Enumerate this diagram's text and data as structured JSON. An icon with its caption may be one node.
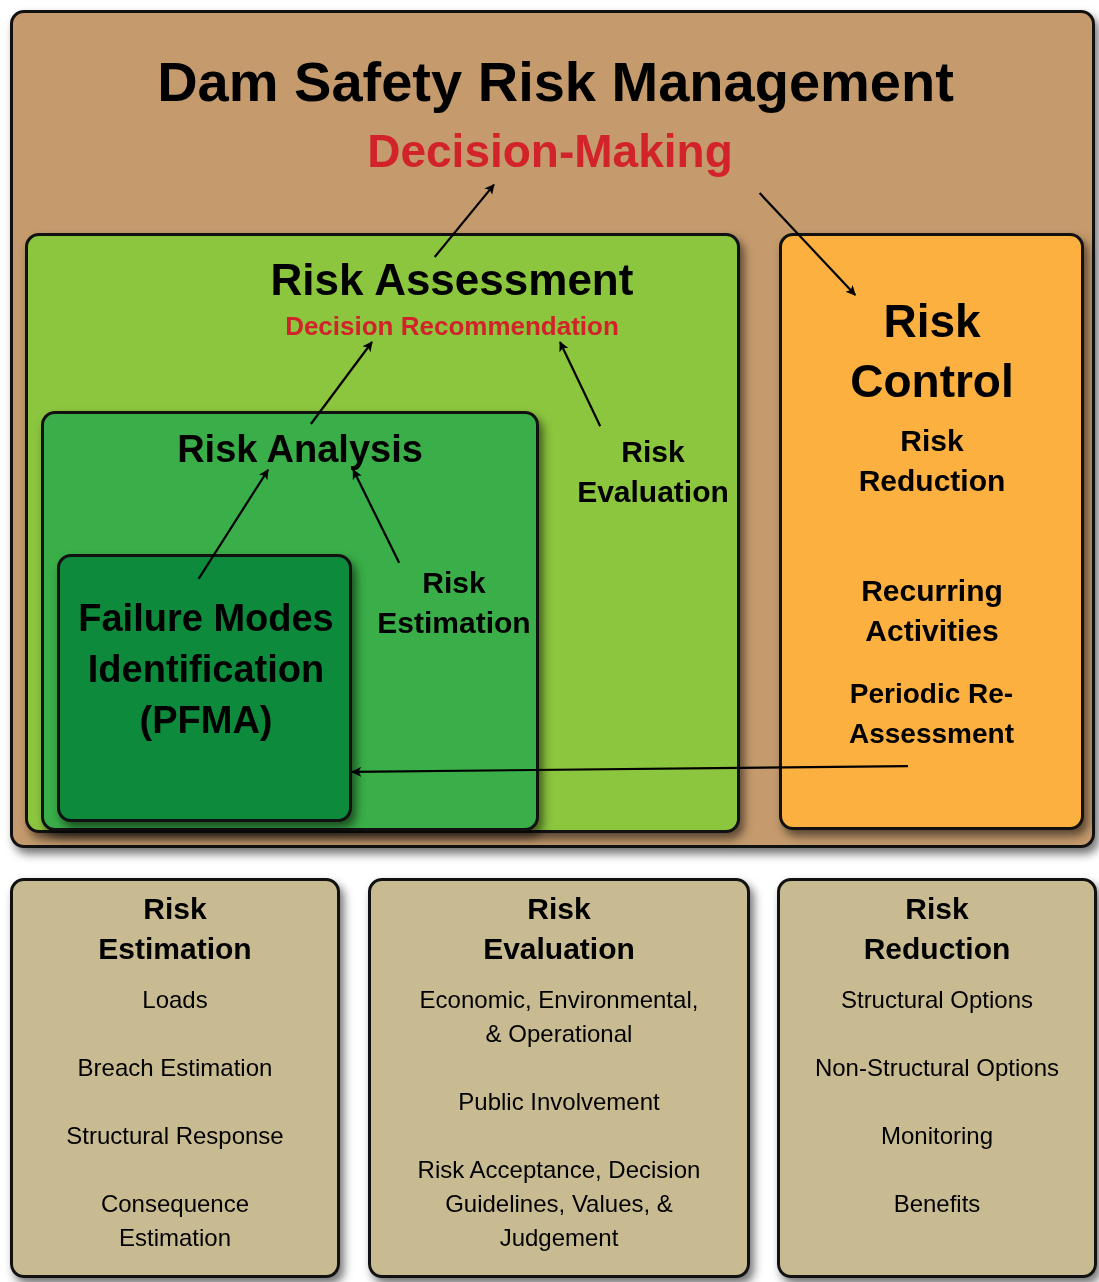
{
  "diagram": {
    "title": "Dam Safety Risk Management",
    "nodes": [
      {
        "text": [],
        "shape": "box"
      },
      {
        "text": [
          "Decision-Making"
        ],
        "in": 0
      },
      {
        "text": [
          "Risk Assessment"
        ],
        "in": 0
      },
      {
        "text": [
          "Decision Recommendation"
        ],
        "in": 2
      },
      {
        "text": [
          "Risk Evaluation"
        ],
        "in": 2
      },
      {
        "text": [
          "Risk Analysis"
        ],
        "in": 2
      },
      {
        "text": [
          "Risk Estimation"
        ],
        "in": 5
      },
      {
        "text": [
          "Failure Modes Identification (PFMA)"
        ],
        "in": 5
      },
      {
        "text": [
          "Risk Control",
          "Risk Reduction",
          "Recurring Activities",
          "Periodic Re-Assessment"
        ],
        "in": 0
      },
      {
        "text": [
          "Risk Estimation",
          "Loads",
          "Breach Estimation",
          "Structural Response",
          "Consequence Estimation"
        ]
      },
      {
        "text": [
          "Risk Evaluation",
          "Economic, Environmental, & Operational",
          "Public Involvement",
          "Risk Acceptance, Decision Guidelines, Values, & Judgement"
        ]
      },
      {
        "text": [
          "Risk Reduction",
          "Structural Options",
          "Non-Structural Options",
          "Monitoring",
          "Benefits"
        ]
      }
    ],
    "edges": [
      {
        "from": 2,
        "to": 1,
        "arrow": "to"
      },
      {
        "from": 1,
        "to": 8,
        "arrow": "to"
      },
      {
        "from": 5,
        "to": 3,
        "arrow": "to"
      },
      {
        "from": 4,
        "to": 3,
        "arrow": "to"
      },
      {
        "from": 7,
        "to": 5,
        "arrow": "to"
      },
      {
        "from": 6,
        "to": 5,
        "arrow": "to"
      },
      {
        "from": 8,
        "to": 7,
        "arrow": "to"
      }
    ]
  }
}
